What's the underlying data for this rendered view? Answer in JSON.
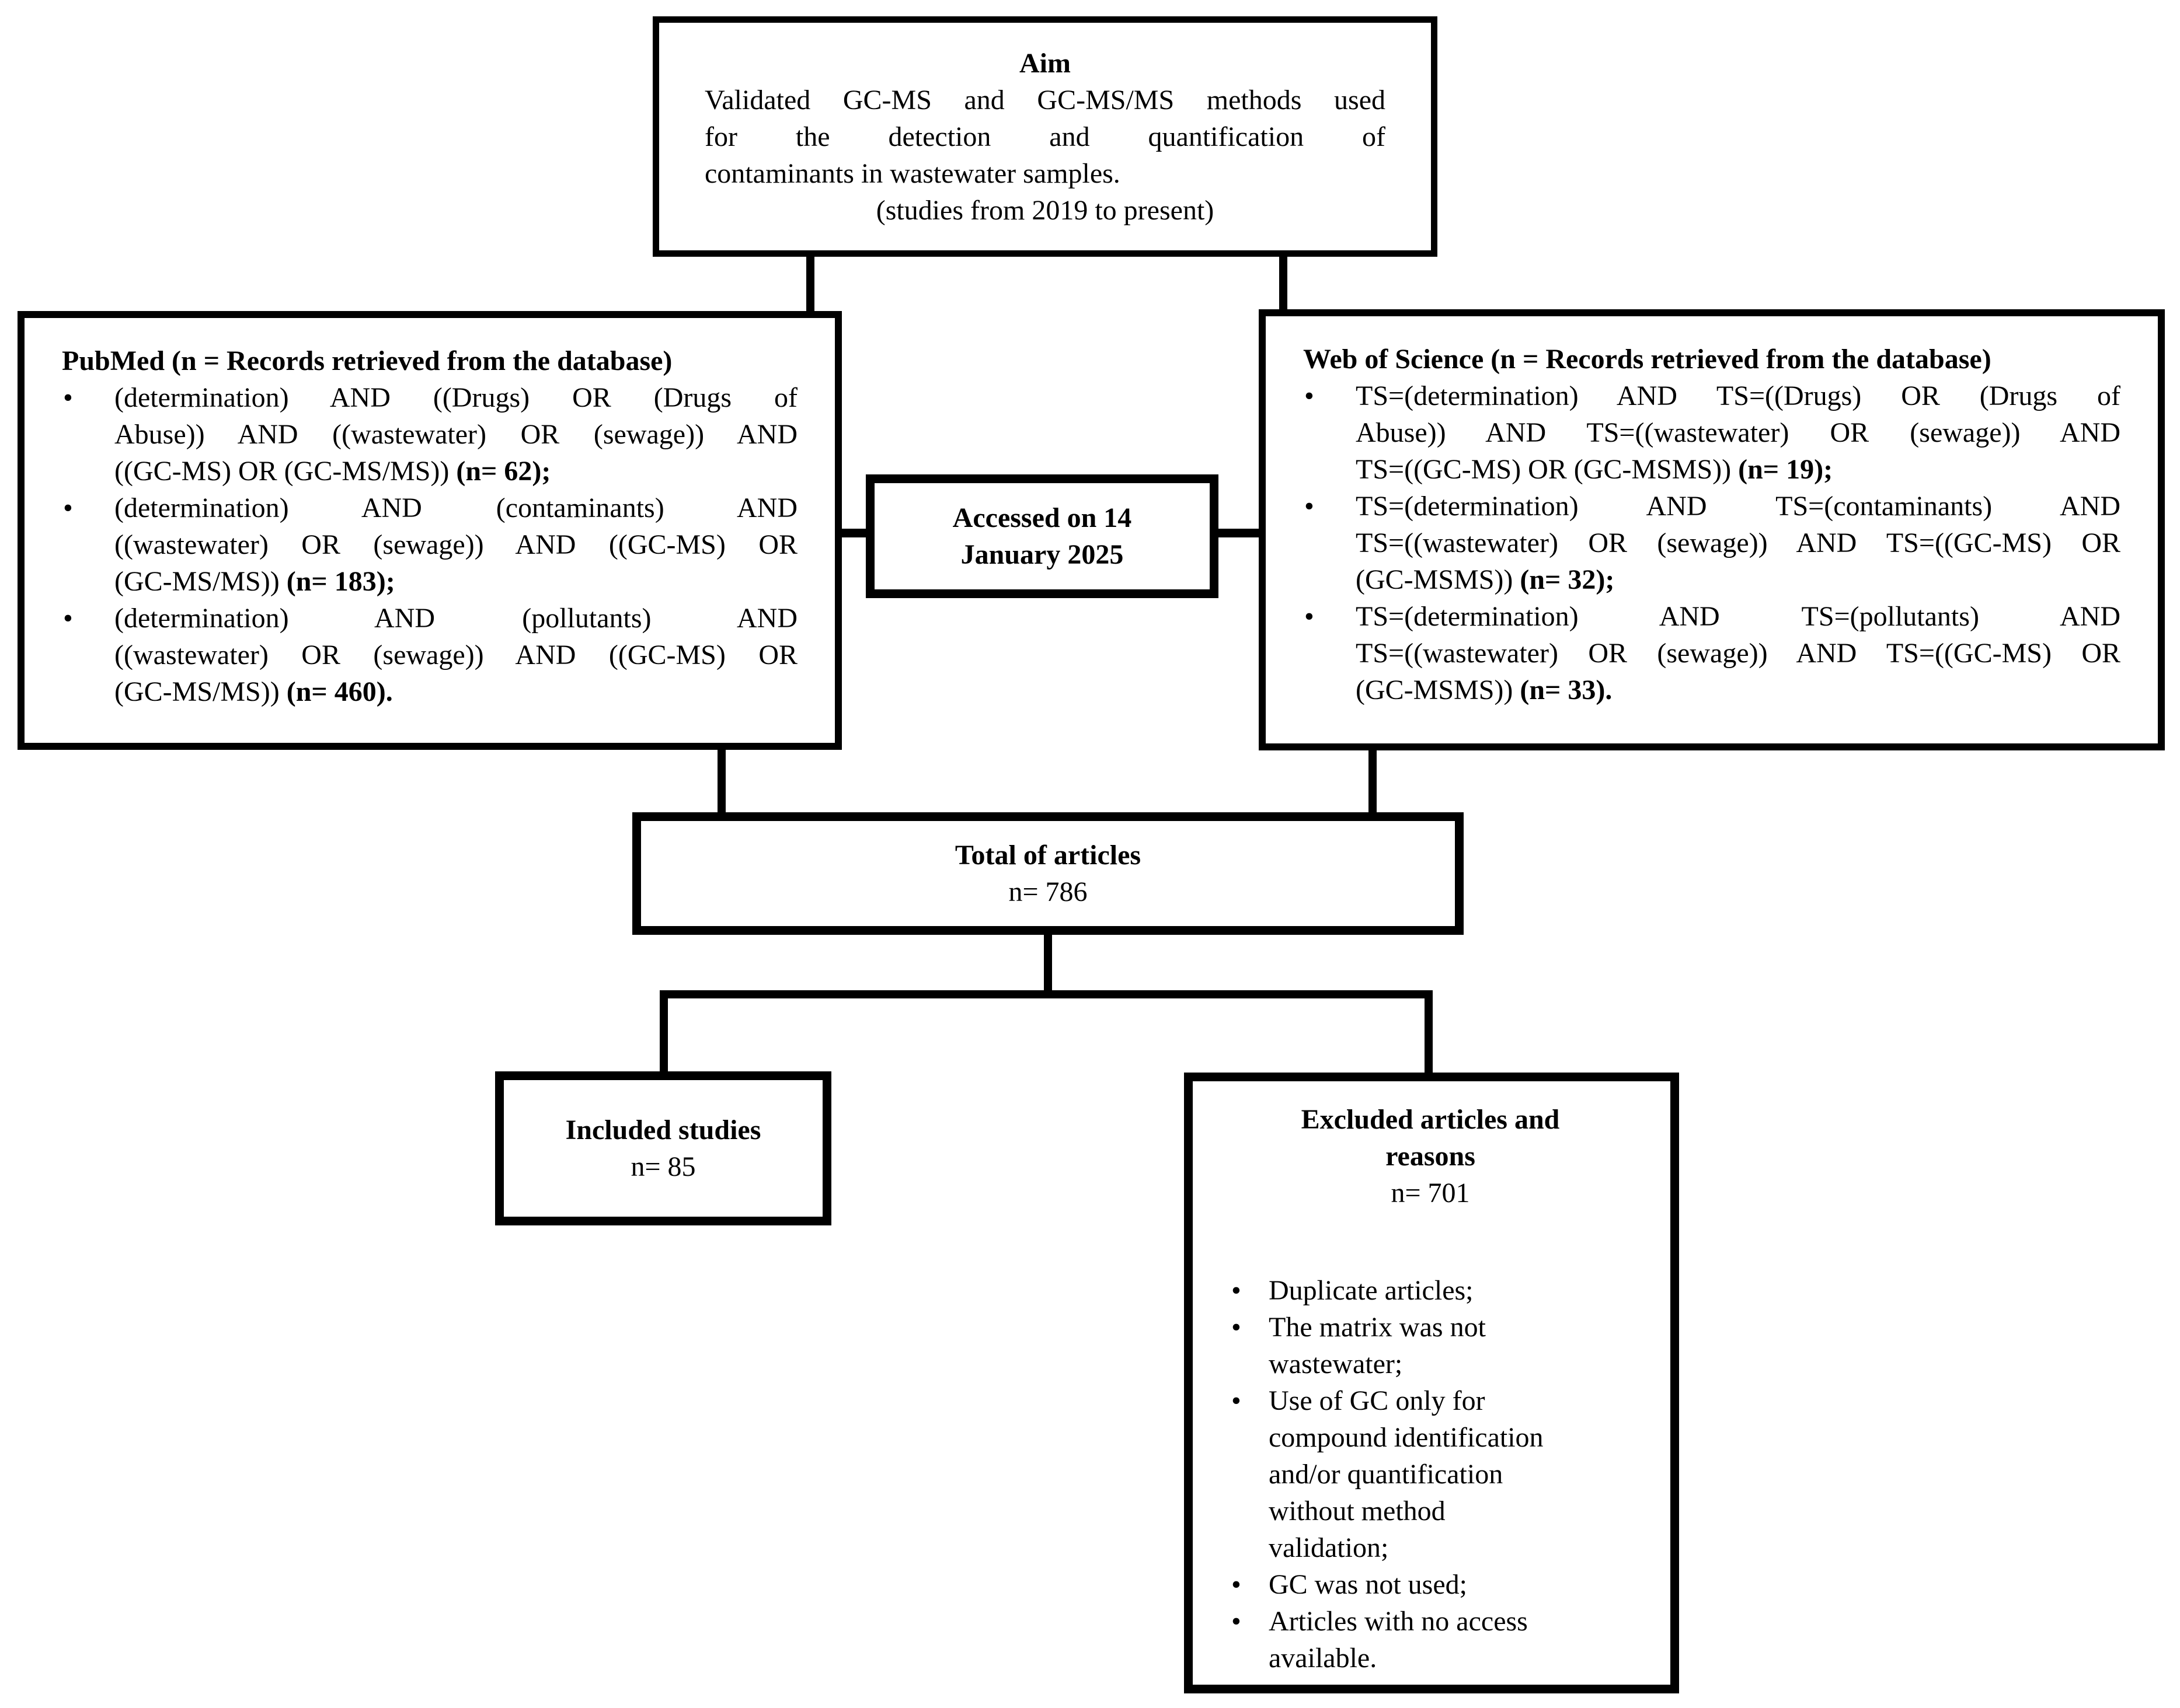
{
  "glyphs": {
    "bullet": "•"
  },
  "aim": {
    "title": "Aim",
    "line1": "Validated GC-MS and GC-MS/MS methods used",
    "line2": "for the detection and quantification of",
    "line3": "contaminants in wastewater samples.",
    "note": "(studies from 2019 to present)"
  },
  "accessed": {
    "text": "Accessed on 14\nJanuary 2025"
  },
  "pubmed": {
    "title": "PubMed (n = Records retrieved from the database)",
    "bullets": [
      {
        "line1": "(determination) AND ((Drugs) OR (Drugs of",
        "line2": "Abuse)) AND ((wastewater) OR (sewage)) AND",
        "last": "((GC-MS) OR (GC-MS/MS))",
        "n": "(n= 62);"
      },
      {
        "line1": "(determination) AND (contaminants) AND",
        "line2": "((wastewater) OR (sewage)) AND ((GC-MS) OR",
        "last": "(GC-MS/MS))",
        "n": "(n= 183);"
      },
      {
        "line1": "(determination) AND (pollutants) AND",
        "line2": "((wastewater) OR (sewage)) AND ((GC-MS) OR",
        "last": "(GC-MS/MS))",
        "n": "(n= 460)."
      }
    ]
  },
  "wos": {
    "title": "Web of Science (n = Records retrieved from the database)",
    "bullets": [
      {
        "line1": "TS=(determination) AND TS=((Drugs) OR (Drugs of",
        "line2": "Abuse)) AND TS=((wastewater) OR (sewage)) AND",
        "last": "TS=((GC-MS) OR (GC-MSMS))",
        "n": "(n= 19);"
      },
      {
        "line1": "TS=(determination) AND TS=(contaminants) AND",
        "line2": "TS=((wastewater) OR (sewage)) AND TS=((GC-MS) OR",
        "last": "(GC-MSMS))",
        "n": "(n= 32);"
      },
      {
        "line1": "TS=(determination) AND TS=(pollutants) AND",
        "line2": "TS=((wastewater) OR (sewage)) AND TS=((GC-MS) OR",
        "last": "(GC-MSMS))",
        "n": "(n= 33)."
      }
    ]
  },
  "total": {
    "title": "Total of articles",
    "count": "n= 786"
  },
  "included": {
    "title": "Included studies",
    "count": "n= 85"
  },
  "excluded": {
    "title": "Excluded articles and\nreasons",
    "count": "n= 701",
    "bullets": [
      "Duplicate articles;",
      "The matrix was not\nwastewater;",
      "Use of GC only for\ncompound identification\nand/or quantification\nwithout method\nvalidation;",
      "GC was not used;",
      "Articles with no access\navailable."
    ]
  }
}
